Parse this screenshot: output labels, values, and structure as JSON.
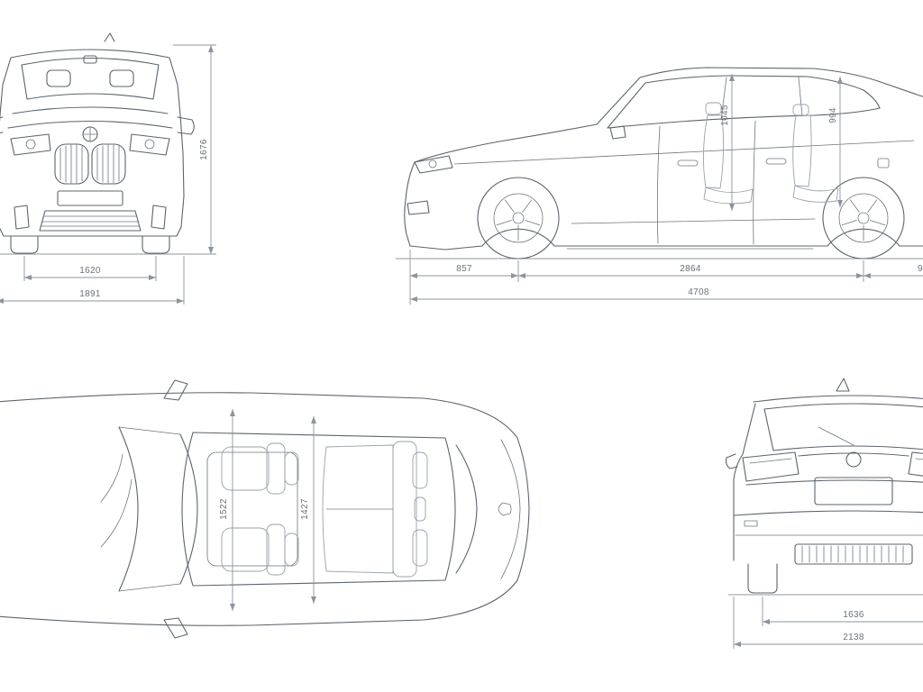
{
  "page": {
    "background": "#ffffff"
  },
  "colors": {
    "car_line": "#5c646d",
    "interior_line": "#99a1a9",
    "dimension_line": "#8d949c",
    "label_text": "#6b7279"
  },
  "views": {
    "front": {
      "label": "front-view",
      "dims": {
        "height": "1676",
        "track_width": "1620",
        "overall_width": "1891"
      }
    },
    "side": {
      "label": "side-view",
      "dims": {
        "front_headroom": "1045",
        "rear_headroom": "994",
        "front_overhang": "857",
        "wheelbase": "2864",
        "overall_length": "4708",
        "rear_overhang_fragment": "9"
      }
    },
    "top": {
      "label": "top-view",
      "dims": {
        "front_interior_width": "1522",
        "rear_interior_width": "1427"
      }
    },
    "rear": {
      "label": "rear-view",
      "dims": {
        "rear_track_width": "1636",
        "width_incl_mirrors": "2138"
      }
    }
  }
}
